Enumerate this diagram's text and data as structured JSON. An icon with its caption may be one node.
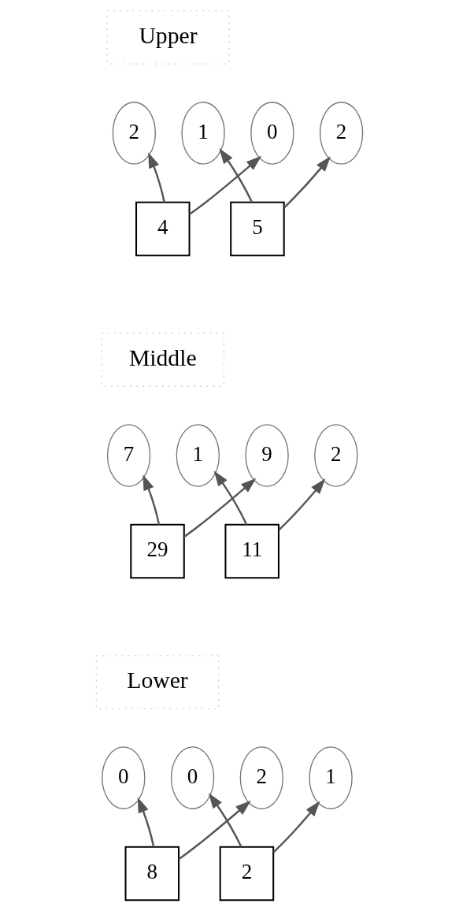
{
  "diagram": {
    "nodes": [
      {
        "text": [
          "Upper"
        ]
      },
      {
        "text": [
          "2"
        ]
      },
      {
        "text": [
          "1"
        ]
      },
      {
        "text": [
          "0"
        ]
      },
      {
        "text": [
          "2"
        ]
      },
      {
        "text": [
          "4"
        ]
      },
      {
        "text": [
          "5"
        ]
      },
      {
        "text": [
          "Middle"
        ]
      },
      {
        "text": [
          "7"
        ]
      },
      {
        "text": [
          "1"
        ]
      },
      {
        "text": [
          "9"
        ]
      },
      {
        "text": [
          "2"
        ]
      },
      {
        "text": [
          "29"
        ]
      },
      {
        "text": [
          "11"
        ]
      },
      {
        "text": [
          "Lower"
        ]
      },
      {
        "text": [
          "0"
        ]
      },
      {
        "text": [
          "0"
        ]
      },
      {
        "text": [
          "2"
        ]
      },
      {
        "text": [
          "1"
        ]
      },
      {
        "text": [
          "8"
        ]
      },
      {
        "text": [
          "2"
        ]
      }
    ],
    "edges": [
      {
        "from": 5,
        "to": 1,
        "arrow": "to"
      },
      {
        "from": 5,
        "to": 3,
        "arrow": "to"
      },
      {
        "from": 6,
        "to": 2,
        "arrow": "to"
      },
      {
        "from": 6,
        "to": 4,
        "arrow": "to"
      },
      {
        "from": 12,
        "to": 8,
        "arrow": "to"
      },
      {
        "from": 12,
        "to": 10,
        "arrow": "to"
      },
      {
        "from": 13,
        "to": 9,
        "arrow": "to"
      },
      {
        "from": 13,
        "to": 11,
        "arrow": "to"
      },
      {
        "from": 19,
        "to": 15,
        "arrow": "to"
      },
      {
        "from": 19,
        "to": 17,
        "arrow": "to"
      },
      {
        "from": 20,
        "to": 16,
        "arrow": "to"
      },
      {
        "from": 20,
        "to": 18,
        "arrow": "to"
      }
    ]
  }
}
